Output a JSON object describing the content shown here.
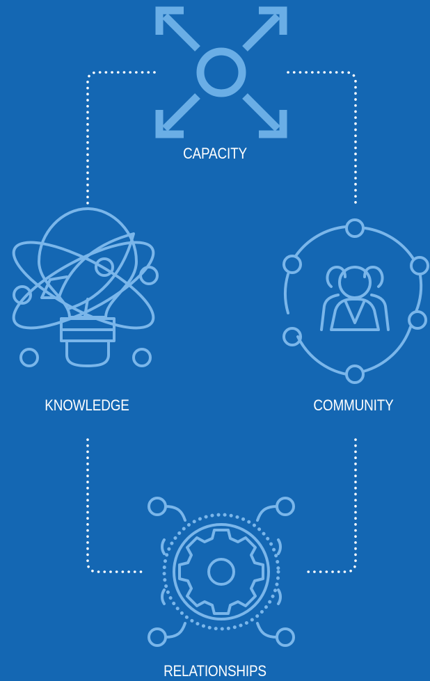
{
  "colors": {
    "background": "#1467b3",
    "icon_stroke": "#7ab6ea",
    "arrow_fill": "#6aaee6",
    "dot": "#ffffff",
    "label": "#ffffff"
  },
  "nodes": {
    "capacity": {
      "label": "CAPACITY",
      "icon": "expand-arrows-icon"
    },
    "knowledge": {
      "label": "KNOWLEDGE",
      "icon": "lightbulb-rocket-icon"
    },
    "community": {
      "label": "COMMUNITY",
      "icon": "people-network-icon"
    },
    "relationships": {
      "label": "RELATIONSHIPS",
      "icon": "gear-network-icon"
    }
  }
}
